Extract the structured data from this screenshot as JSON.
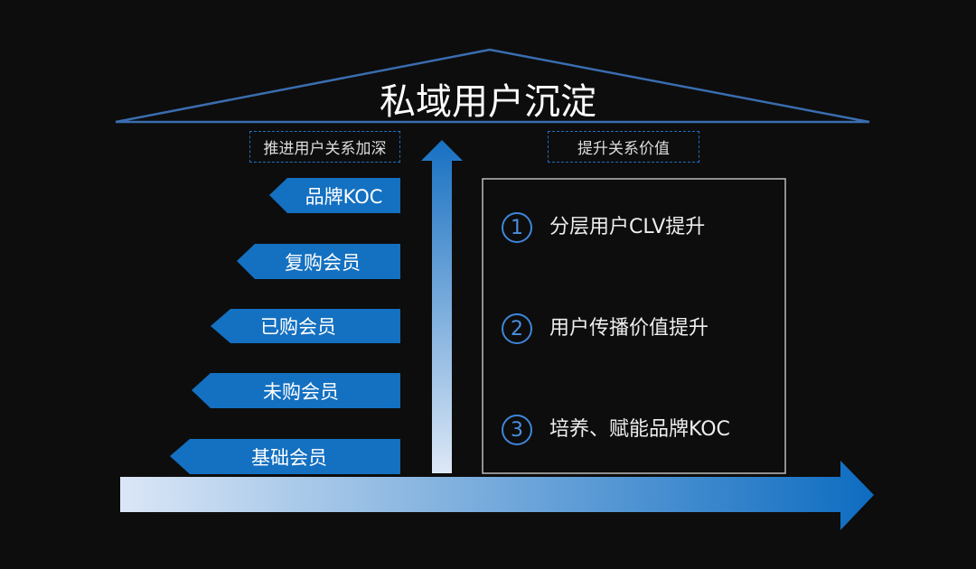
{
  "title": "私域用户沉淀",
  "left_label": "推进用户关系加深",
  "right_label": "提升关系价值",
  "levels": [
    "品牌KOC",
    "复购会员",
    "已购会员",
    "未购会员",
    "基础会员"
  ],
  "value_items": [
    {
      "num": "1",
      "text": "分层用户CLV提升"
    },
    {
      "num": "2",
      "text": "用户传播价值提升"
    },
    {
      "num": "3",
      "text": "培养、赋能品牌KOC"
    }
  ],
  "colors": {
    "accent": "#1470c0",
    "roof": "#3a6db0",
    "background": "#0d0d0d"
  }
}
